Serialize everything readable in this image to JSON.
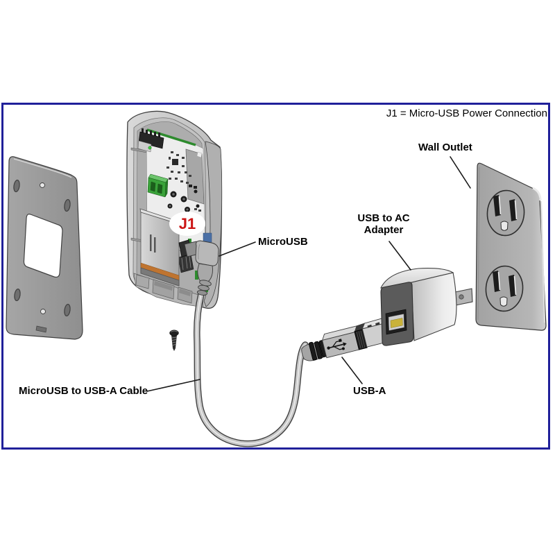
{
  "frame": {
    "title": "J1 = Micro-USB Power Connection"
  },
  "labels": {
    "wall_outlet": "Wall Outlet",
    "usb_to_ac_line1": "USB to AC",
    "usb_to_ac_line2": "Adapter",
    "microusb": "MicroUSB",
    "cable": "MicroUSB to USB-A Cable",
    "usb_a": "USB-A",
    "j1_badge": "J1"
  },
  "colors": {
    "frame_border_blue": "#20209a",
    "j1_red": "#cc1414",
    "terminal_block_green": "#3aa23a",
    "pcb_trace_green": "#2e8b2e",
    "battery_band_orange": "#bf7430",
    "usb_contact_yellow": "#c9b23a"
  }
}
